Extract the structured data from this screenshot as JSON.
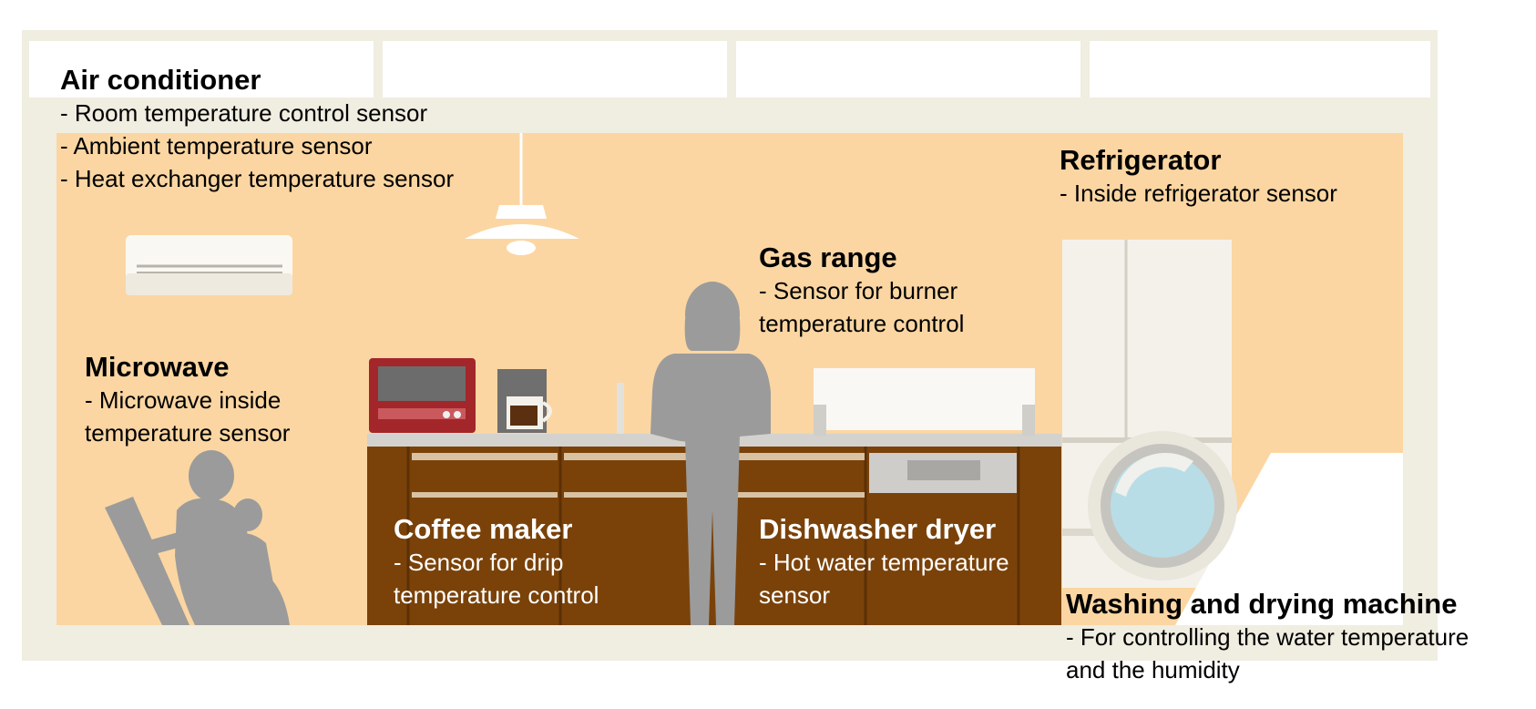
{
  "labels": {
    "air_conditioner": {
      "title": "Air conditioner",
      "items": [
        "- Room temperature control sensor",
        "- Ambient temperature sensor",
        "- Heat exchanger temperature sensor"
      ]
    },
    "refrigerator": {
      "title": "Refrigerator",
      "items": [
        "- Inside refrigerator sensor"
      ]
    },
    "gas_range": {
      "title": "Gas range",
      "items": [
        "- Sensor for burner",
        "temperature control"
      ]
    },
    "microwave": {
      "title": "Microwave",
      "items": [
        "- Microwave inside",
        "temperature sensor"
      ]
    },
    "coffee_maker": {
      "title": "Coffee maker",
      "items": [
        "- Sensor for drip",
        "temperature  control"
      ]
    },
    "dishwasher_dryer": {
      "title": "Dishwasher dryer",
      "items": [
        "- Hot water temperature",
        "sensor"
      ]
    },
    "washing_machine": {
      "title": "Washing and drying machine",
      "items": [
        "- For controlling the water temperature",
        "and the humidity"
      ]
    }
  },
  "colors": {
    "frame": "#f0ede1",
    "wall": "#fbd6a2",
    "cabinet": "#7a4209",
    "silhouette": "#9b9b9b",
    "appliance_white": "#f4f1ea",
    "microwave_red": "#a3262b"
  }
}
